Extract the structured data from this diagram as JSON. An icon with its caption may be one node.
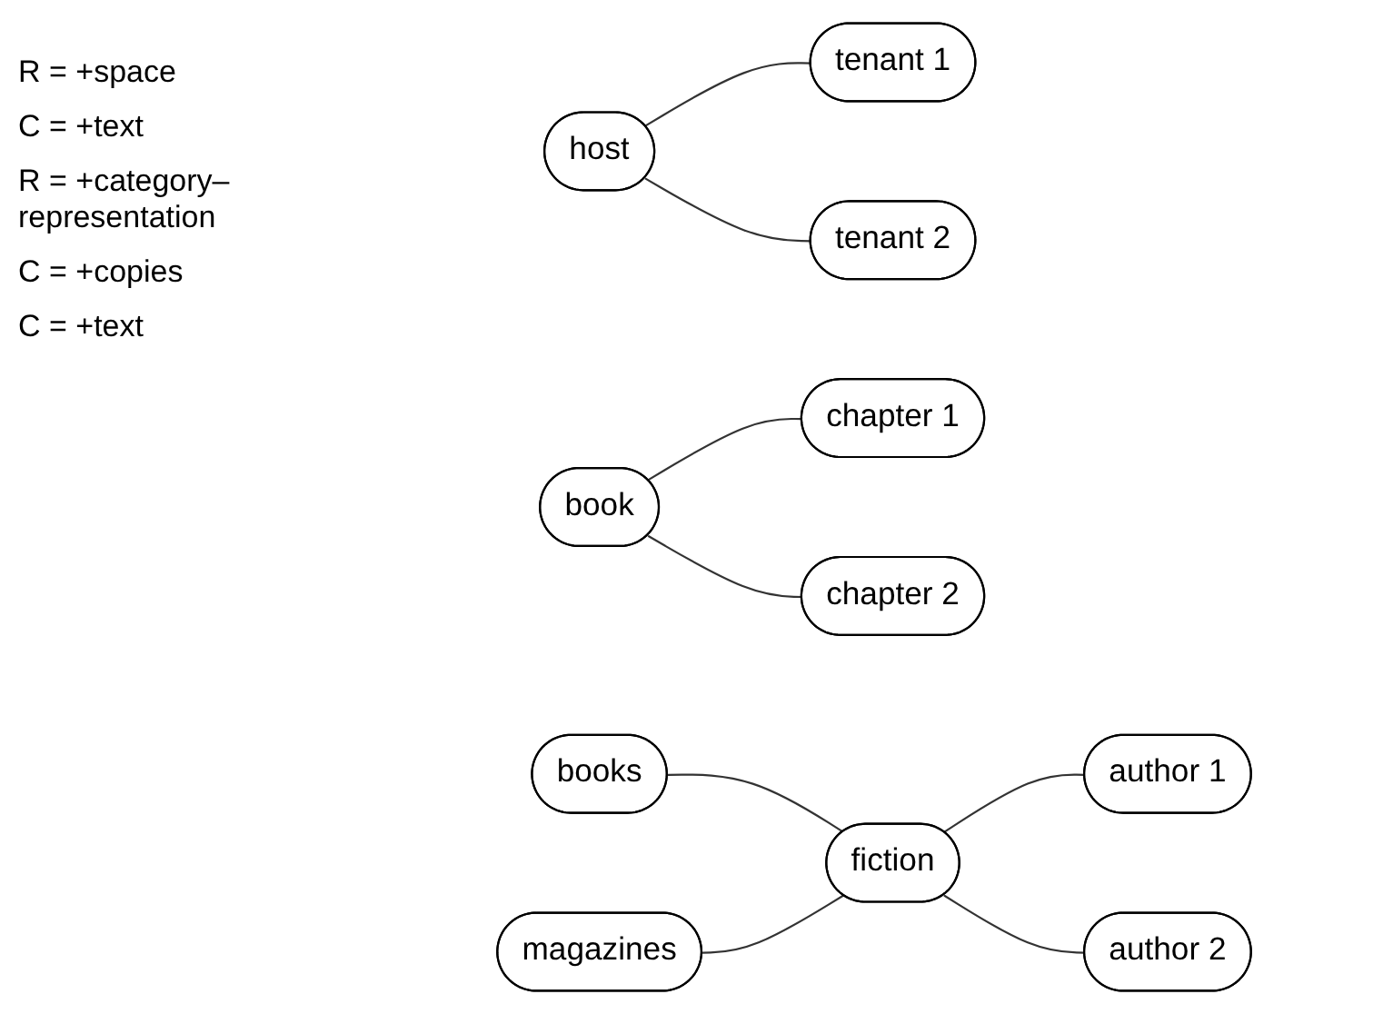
{
  "diagram": {
    "nodes": [
      {
        "text": [
          "host"
        ]
      },
      {
        "text": [
          "tenant 1"
        ]
      },
      {
        "text": [
          "tenant 2"
        ]
      },
      {
        "text": [
          "book"
        ]
      },
      {
        "text": [
          "chapter 1"
        ]
      },
      {
        "text": [
          "chapter 2"
        ]
      },
      {
        "text": [
          "books"
        ]
      },
      {
        "text": [
          "magazines"
        ]
      },
      {
        "text": [
          "fiction"
        ]
      },
      {
        "text": [
          "author 1"
        ]
      },
      {
        "text": [
          "author 2"
        ]
      }
    ],
    "edges": [
      {
        "from": 0,
        "to": 1,
        "arrow": "none"
      },
      {
        "from": 0,
        "to": 2,
        "arrow": "none"
      },
      {
        "from": 3,
        "to": 4,
        "arrow": "none"
      },
      {
        "from": 3,
        "to": 5,
        "arrow": "none"
      },
      {
        "from": 6,
        "to": 8,
        "arrow": "none"
      },
      {
        "from": 7,
        "to": 8,
        "arrow": "none"
      },
      {
        "from": 8,
        "to": 9,
        "arrow": "none"
      },
      {
        "from": 8,
        "to": 10,
        "arrow": "none"
      }
    ],
    "labels": [
      "R = +space",
      "C = +text",
      "R = +category– representation",
      "C = +copies",
      "C = +text"
    ]
  }
}
